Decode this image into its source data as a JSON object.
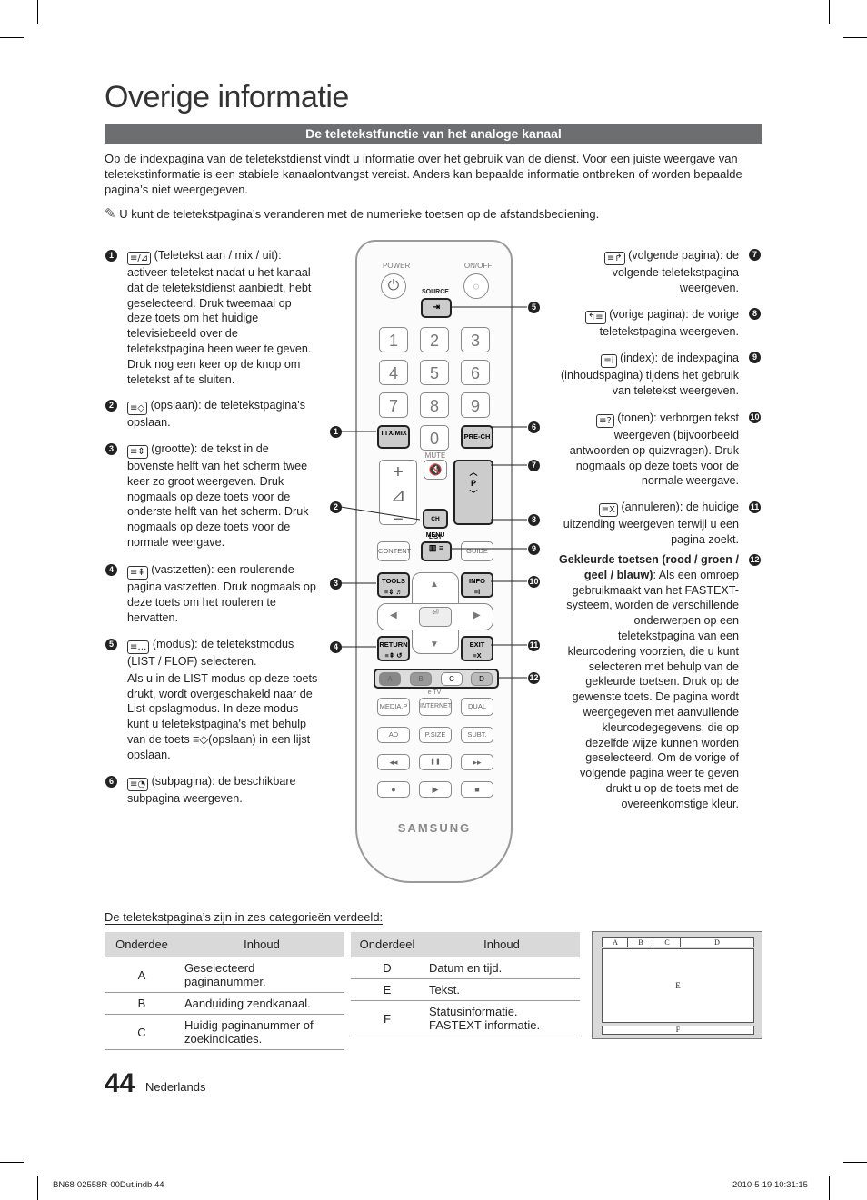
{
  "page": {
    "title": "Overige informatie",
    "section_title": "De teletekstfunctie van het analoge kanaal",
    "intro": "Op de indexpagina van de teletekstdienst vindt u informatie over het gebruik van de dienst. Voor een juiste weergave van teletekstinformatie is een stabiele kanaalontvangst vereist. Anders kan bepaalde informatie ontbreken of worden bepaalde pagina’s niet weergegeven.",
    "note_icon": "✎",
    "note": "U kunt de teletekstpagina’s veranderen met de numerieke toetsen op de afstandsbediening."
  },
  "left_items": [
    {
      "n": "❶",
      "icon": "≡/⊿",
      "text": "(Teletekst aan / mix / uit): activeer teletekst nadat u het kanaal dat de teletekstdienst aanbiedt, hebt geselecteerd. Druk tweemaal op deze toets om het huidige televisiebeeld over de teletekstpagina heen weer te geven. Druk nog een keer op de knop om teletekst af te sluiten."
    },
    {
      "n": "❷",
      "icon": "≡◇",
      "text": "(opslaan): de teletekstpagina's opslaan."
    },
    {
      "n": "❸",
      "icon": "≡⇕",
      "text": "(grootte): de tekst in de bovenste helft van het scherm twee keer zo groot weergeven. Druk nogmaals op deze toets voor de onderste helft van het scherm. Druk nogmaals op deze toets voor de normale weergave."
    },
    {
      "n": "❹",
      "icon": "≡⇞",
      "text": "(vastzetten): een roulerende pagina vastzetten. Druk nogmaals op deze toets om het rouleren te hervatten."
    },
    {
      "n": "❺",
      "icon": "≡…",
      "text": "(modus): de teletekstmodus (LIST / FLOF) selecteren.",
      "text2": "Als u in de LIST-modus op deze toets drukt, wordt overgeschakeld naar de List-opslagmodus. In deze modus kunt u teletekstpagina's met behulp van de toets ≡◇(opslaan) in een lijst opslaan."
    },
    {
      "n": "❻",
      "icon": "≡◔",
      "text": "(subpagina): de beschikbare subpagina weergeven."
    }
  ],
  "right_items": [
    {
      "n": "❼",
      "icon": "≡↱",
      "text": "(volgende pagina): de volgende teletekstpagina weergeven."
    },
    {
      "n": "❽",
      "icon": "↰≡",
      "text": "(vorige pagina): de vorige teletekstpagina weergeven."
    },
    {
      "n": "❾",
      "icon": "≡i",
      "text": "(index): de indexpagina (inhoudspagina) tijdens het gebruik van teletekst weergeven."
    },
    {
      "n": "❿",
      "icon": "≡?",
      "text": "(tonen): verborgen tekst weergeven (bijvoorbeeld antwoorden op quizvragen). Druk nogmaals op deze toets voor de normale weergave."
    },
    {
      "n": "⓫",
      "icon": "≡X",
      "text": "(annuleren): de huidige uitzending weergeven terwijl u een pagina zoekt."
    },
    {
      "n": "⓬",
      "bold": "Gekleurde toetsen (rood / groen / geel / blauw)",
      "text": ": Als een omroep gebruikmaakt van het FASTEXT-systeem, worden de verschillende onderwerpen op een teletekstpagina van een kleurcodering voorzien, die u kunt selecteren met behulp van de gekleurde toetsen. Druk op de gewenste toets. De pagina wordt weergegeven met aanvullende kleurcodegegevens, die op dezelfde wijze kunnen worden geselecteerd. Om de vorige of volgende pagina weer te geven drukt u op de toets met de overeenkomstige kleur."
    }
  ],
  "remote": {
    "power": "POWER",
    "onoff": "ON/OFF",
    "source": "SOURCE",
    "digits": [
      "1",
      "2",
      "3",
      "4",
      "5",
      "6",
      "7",
      "8",
      "9",
      "0"
    ],
    "ttx": "TTX/MIX",
    "prech": "PRE-CH",
    "mute": "MUTE",
    "p": "P",
    "chlist": "CH LIST",
    "menu": "MENU",
    "content": "CONTENT",
    "guide": "GUIDE",
    "tools": "TOOLS",
    "info": "INFO",
    "return": "RETURN",
    "exit": "EXIT",
    "colors": [
      "A",
      "B",
      "C",
      "D"
    ],
    "etv": "e TV",
    "mediap": "MEDIA.P",
    "internet": "INTERNET",
    "dual": "DUAL",
    "ad": "AD",
    "psize": "P.SIZE",
    "subt": "SUBT.",
    "rew": "◂◂",
    "pause": "❚❚",
    "ff": "▸▸",
    "rec": "●",
    "play": "▶",
    "stop": "■",
    "brand": "SAMSUNG",
    "callouts": [
      "❶",
      "❷",
      "❸",
      "❹",
      "❺",
      "❻",
      "❼",
      "❽",
      "❾",
      "❿",
      "⓫",
      "⓬"
    ]
  },
  "table_title": "De teletekstpagina’s zijn in zes categorieën verdeeld:",
  "table_left": {
    "headers": [
      "Onderdee",
      "Inhoud"
    ],
    "rows": [
      [
        "A",
        "Geselecteerd paginanummer."
      ],
      [
        "B",
        "Aanduiding zendkanaal."
      ],
      [
        "C",
        "Huidig paginanummer of zoekindicaties."
      ]
    ]
  },
  "table_right": {
    "headers": [
      "Onderdeel",
      "Inhoud"
    ],
    "rows": [
      [
        "D",
        "Datum en tijd."
      ],
      [
        "E",
        "Tekst."
      ],
      [
        "F",
        "Statusinformatie. FASTEXT-informatie."
      ]
    ]
  },
  "diagram": {
    "a": "A",
    "b": "B",
    "c": "C",
    "d": "D",
    "e": "E",
    "f": "F"
  },
  "footer": {
    "page_number": "44",
    "language": "Nederlands",
    "file": "BN68-02558R-00Dut.indb   44",
    "timestamp": "2010-5-19   10:31:15"
  }
}
